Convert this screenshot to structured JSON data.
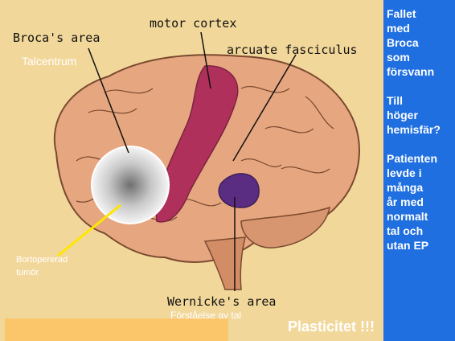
{
  "labels": {
    "broca": "Broca's area",
    "talcentrum": "Talcentrum",
    "motor_cortex": "motor cortex",
    "arcuate": "arcuate fasciculus",
    "wernicke": "Wernicke's area",
    "forstaelse": "Förståelse av tal",
    "bortopererad_line1": "Bortopererad",
    "bortopererad_line2": "tumör"
  },
  "sidebar": {
    "text": "Fallet\nmed\nBroca\nsom\nförsvann\n\nTill\nhöger\nhemisfär?\n\nPatienten\nlevde i\nmånga\når med\nnormalt\ntal och\nutan EP"
  },
  "footer": {
    "plasticitet": "Plasticitet !!!"
  },
  "colors": {
    "background": "#f2d79a",
    "brain": "#e6a67f",
    "motor_strip": "#b0305c",
    "wernicke": "#5a2d82",
    "sidebar": "#1f6fe0",
    "arrow": "#ffe600"
  }
}
